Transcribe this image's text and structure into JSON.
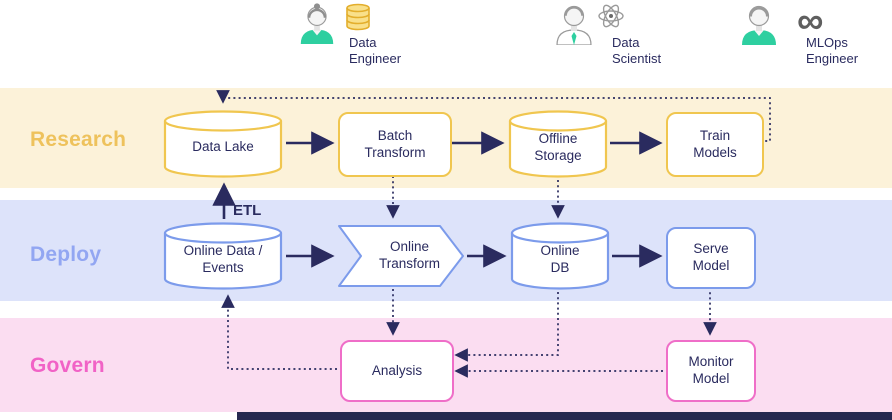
{
  "personas": [
    {
      "label": "Data\nEngineer",
      "icon": "database-icon"
    },
    {
      "label": "Data\nScientist",
      "icon": "atom-icon"
    },
    {
      "label": "MLOps\nEngineer",
      "icon": "infinity-icon"
    }
  ],
  "icons": {
    "infinity_glyph": "∞"
  },
  "lanes": [
    {
      "label": "Research",
      "text_color": "#EEC25C",
      "bg": "#FCF2D9",
      "node_border": "#F0C64F"
    },
    {
      "label": "Deploy",
      "text_color": "#92A6F2",
      "bg": "#DDE3FA",
      "node_border": "#7C9BEB"
    },
    {
      "label": "Govern",
      "text_color": "#F162C6",
      "bg": "#FBDDF1",
      "node_border": "#EF6EC8"
    }
  ],
  "nodes": {
    "data_lake": {
      "label": "Data Lake",
      "shape": "cylinder",
      "lane": "Research"
    },
    "batch_transform": {
      "label": "Batch\nTransform",
      "shape": "rounded-rect",
      "lane": "Research"
    },
    "offline_storage": {
      "label": "Offline\nStorage",
      "shape": "cylinder",
      "lane": "Research"
    },
    "train_models": {
      "label": "Train\nModels",
      "shape": "rounded-rect",
      "lane": "Research"
    },
    "online_data": {
      "label": "Online Data /\nEvents",
      "shape": "cylinder",
      "lane": "Deploy"
    },
    "online_transform": {
      "label": "Online\nTransform",
      "shape": "chevron",
      "lane": "Deploy"
    },
    "online_db": {
      "label": "Online\nDB",
      "shape": "cylinder",
      "lane": "Deploy"
    },
    "serve_model": {
      "label": "Serve\nModel",
      "shape": "rounded-rect",
      "lane": "Deploy"
    },
    "analysis": {
      "label": "Analysis",
      "shape": "rounded-rect",
      "lane": "Govern"
    },
    "monitor_model": {
      "label": "Monitor\nModel",
      "shape": "rounded-rect",
      "lane": "Govern"
    }
  },
  "labels": {
    "etl": "ETL"
  },
  "colors": {
    "arrow": "#2A2B5F",
    "node_text": "#2A2B5F",
    "accent_teal": "#2ECFA0"
  },
  "edges": [
    {
      "from": "Data Lake",
      "to": "Batch Transform",
      "style": "solid"
    },
    {
      "from": "Batch Transform",
      "to": "Offline Storage",
      "style": "solid"
    },
    {
      "from": "Offline Storage",
      "to": "Train Models",
      "style": "solid"
    },
    {
      "from": "Online Data / Events",
      "to": "Online Transform",
      "style": "solid"
    },
    {
      "from": "Online Transform",
      "to": "Online DB",
      "style": "solid"
    },
    {
      "from": "Online DB",
      "to": "Serve Model",
      "style": "solid"
    },
    {
      "from": "Online Data / Events",
      "to": "Data Lake",
      "style": "solid",
      "label": "ETL"
    },
    {
      "from": "Train Models",
      "to": "Data Lake",
      "style": "dotted"
    },
    {
      "from": "Batch Transform",
      "to": "Online Transform",
      "style": "dotted"
    },
    {
      "from": "Offline Storage",
      "to": "Online DB",
      "style": "dotted"
    },
    {
      "from": "Online Transform",
      "to": "Analysis",
      "style": "dotted"
    },
    {
      "from": "Serve Model",
      "to": "Monitor Model",
      "style": "dotted"
    },
    {
      "from": "Monitor Model",
      "to": "Analysis",
      "style": "dotted"
    },
    {
      "from": "Online DB",
      "to": "Analysis",
      "style": "dotted"
    },
    {
      "from": "Analysis",
      "to": "Online Data / Events",
      "style": "dotted"
    }
  ]
}
